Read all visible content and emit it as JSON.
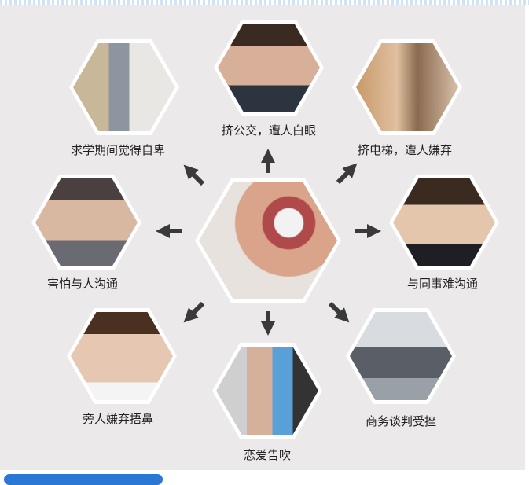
{
  "items": [
    {
      "label": "挤公交，遭人白眼",
      "photo": "man-tongue-glasses"
    },
    {
      "label": "求学期间觉得自卑",
      "photo": "students-hallway"
    },
    {
      "label": "挤电梯，遭人嫌弃",
      "photo": "people-covering-nose"
    },
    {
      "label": "害怕与人沟通",
      "photo": "man-covering-face"
    },
    {
      "label": "与同事难沟通",
      "photo": "young-man-frowning"
    },
    {
      "label": "旁人嫌弃捂鼻",
      "photo": "woman-covering-nose"
    },
    {
      "label": "恋爱告吹",
      "photo": "couple-mask"
    },
    {
      "label": "商务谈判受挫",
      "photo": "business-meeting"
    }
  ],
  "center": {
    "photo": "bad-breath-mouth"
  },
  "colors": {
    "background": "#ebe9ea",
    "arrow": "#3a3a3a",
    "bar": "#2a78d4"
  }
}
